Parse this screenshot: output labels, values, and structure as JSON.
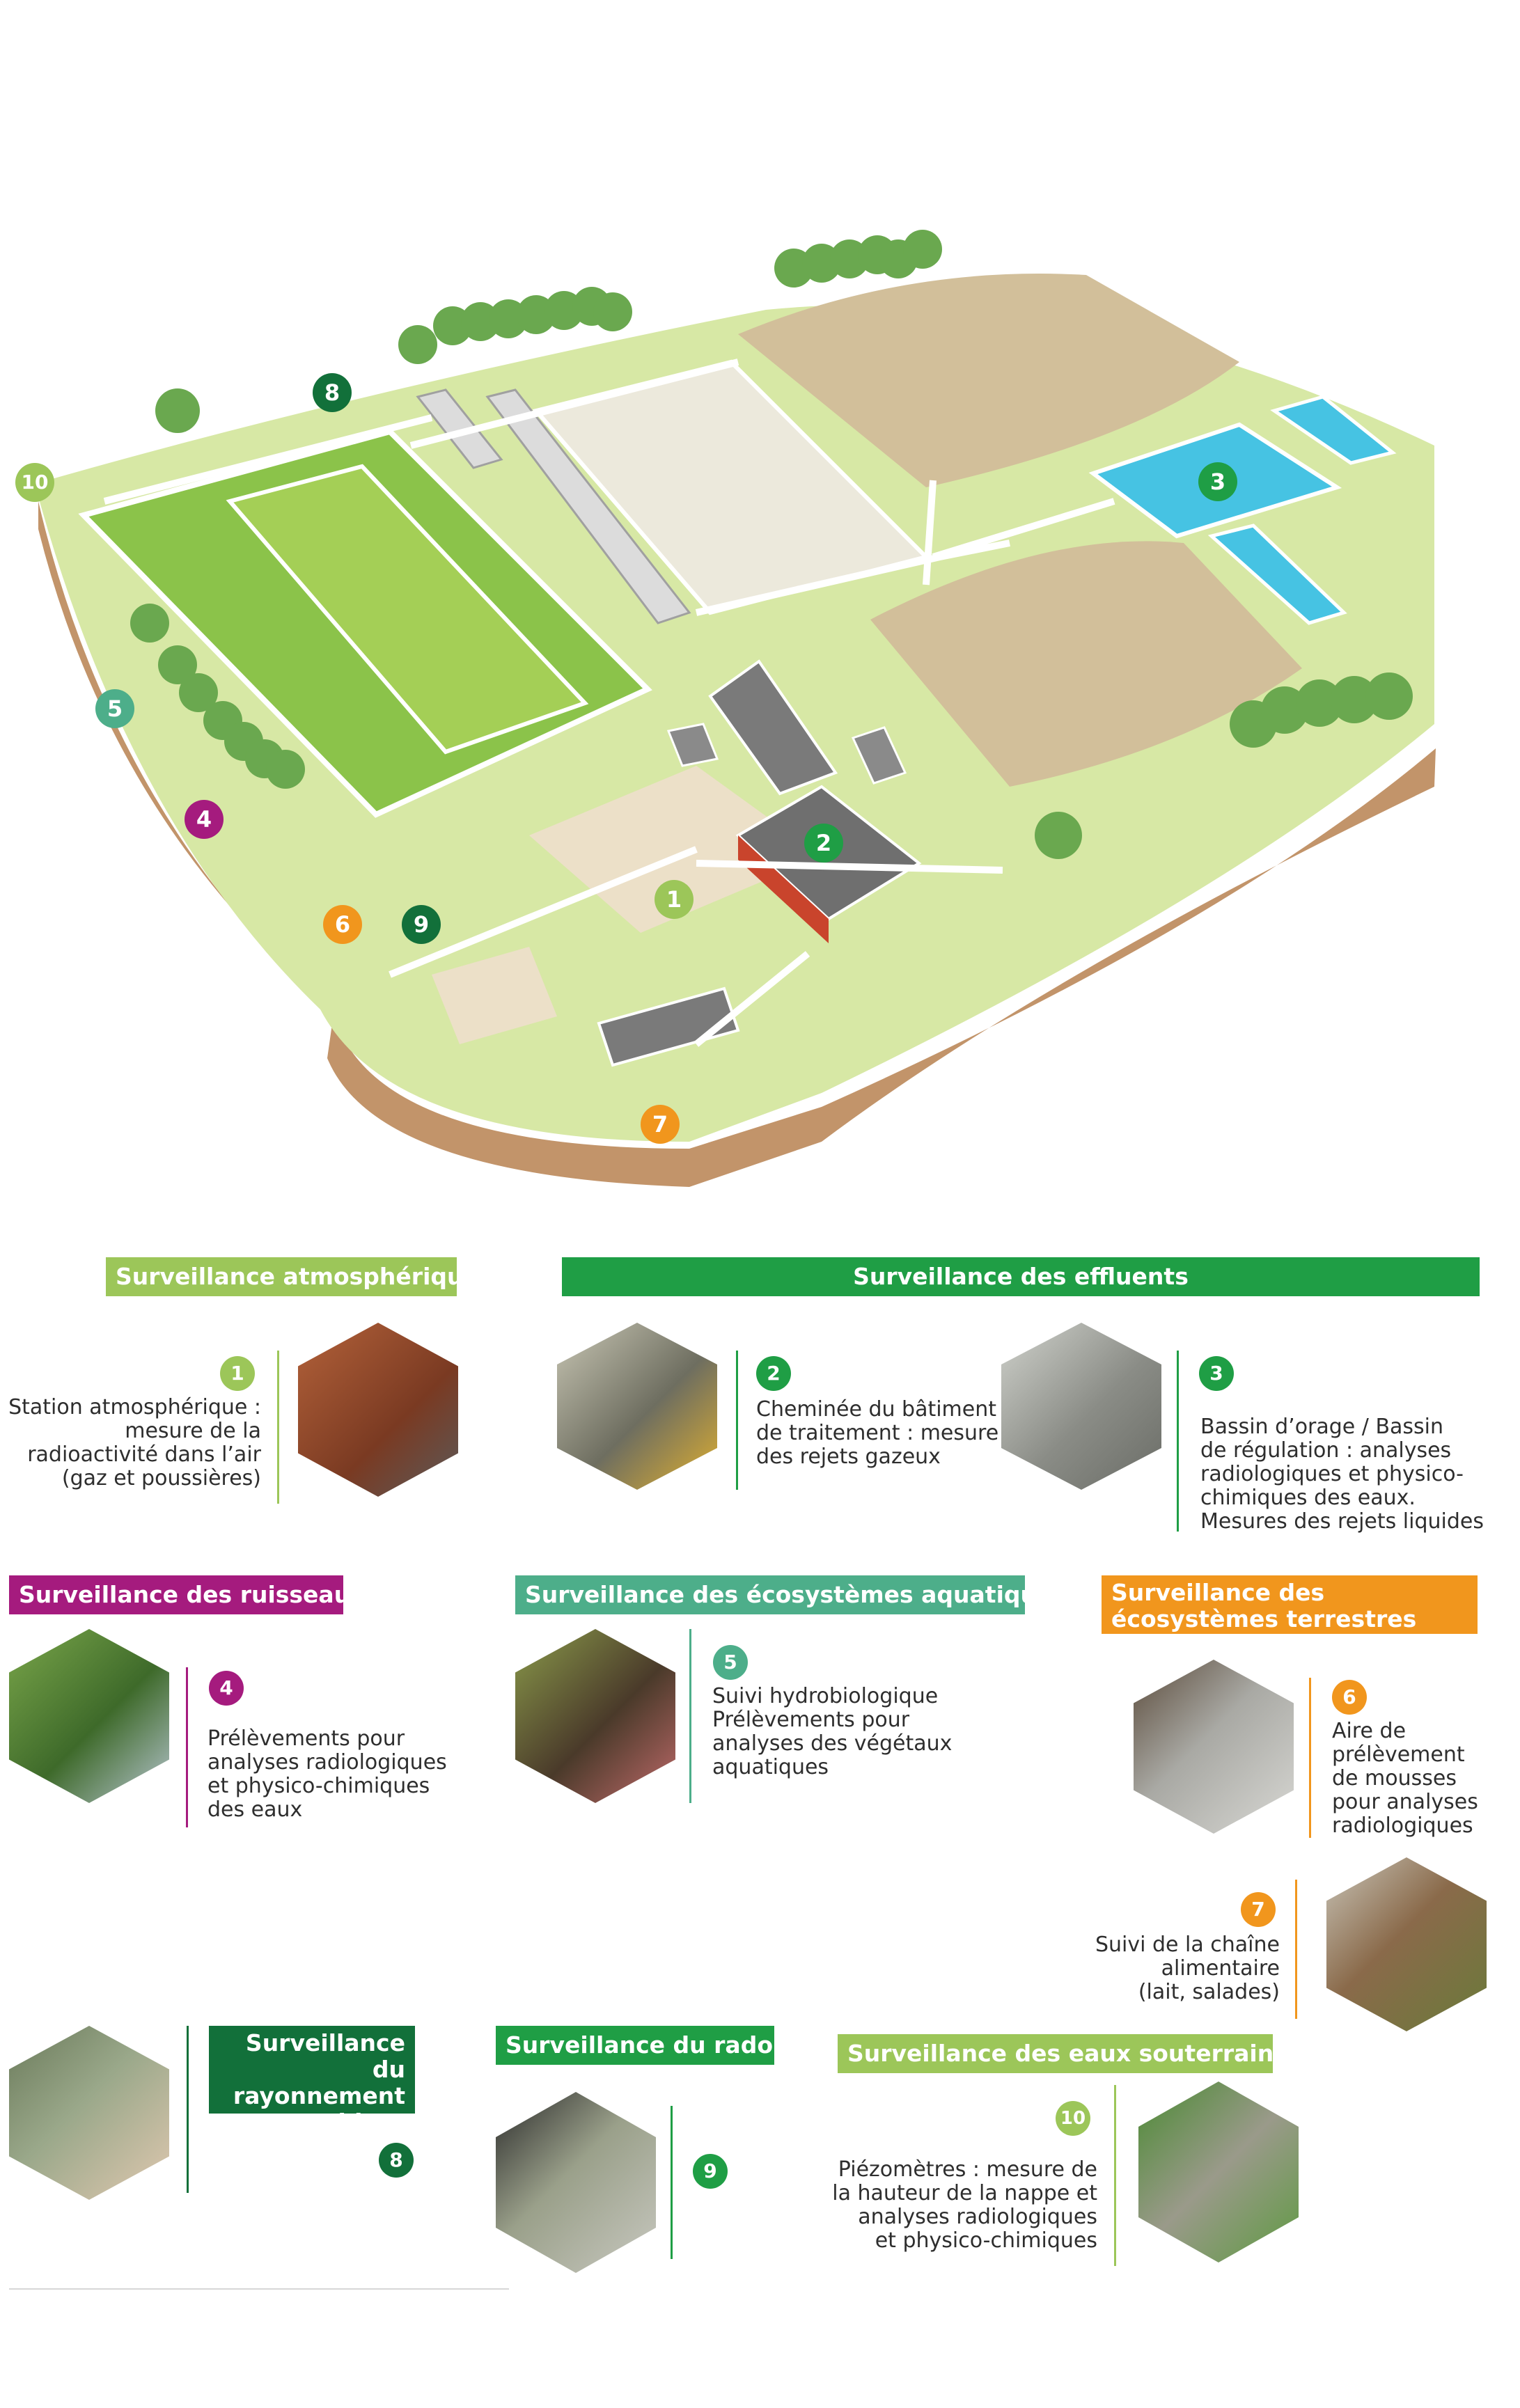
{
  "colors": {
    "lime": "#9cc659",
    "green": "#1f9e45",
    "dark_green": "#12703a",
    "magenta": "#a51b7e",
    "teal": "#4dae8a",
    "orange": "#f1961d",
    "pool": "#46c3e3",
    "ground": "#d7e8a5",
    "earth": "#d2bf9a"
  },
  "map": {
    "markers": [
      {
        "number": "1",
        "color": "#9cc659"
      },
      {
        "number": "2",
        "color": "#1f9e45"
      },
      {
        "number": "3",
        "color": "#1f9e45"
      },
      {
        "number": "4",
        "color": "#a51b7e"
      },
      {
        "number": "5",
        "color": "#4dae8a"
      },
      {
        "number": "6",
        "color": "#f1961d"
      },
      {
        "number": "7",
        "color": "#f1961d"
      },
      {
        "number": "8",
        "color": "#12703a"
      },
      {
        "number": "9",
        "color": "#12703a"
      },
      {
        "number": "10",
        "color": "#9cc659"
      }
    ]
  },
  "sections": {
    "atmo": {
      "title": "Surveillance atmosphérique",
      "items": [
        {
          "number": "1",
          "text": "Station atmosphérique :\nmesure de la\nradioactivité dans l’air\n(gaz et poussières)"
        }
      ]
    },
    "effluents": {
      "title": "Surveillance des effluents",
      "items": [
        {
          "number": "2",
          "text": "Cheminée du bâtiment\nde traitement : mesure\ndes rejets gazeux"
        },
        {
          "number": "3",
          "text": "Bassin d’orage / Bassin\nde régulation : analyses\nradiologiques et physico-\nchimiques des eaux.\nMesures des rejets liquides"
        }
      ]
    },
    "ruisseaux": {
      "title": "Surveillance des ruisseaux",
      "items": [
        {
          "number": "4",
          "text": "Prélèvements pour\nanalyses radiologiques\net physico-chimiques\ndes eaux"
        }
      ]
    },
    "aquatiques": {
      "title": "Surveillance des écosystèmes aquatiques",
      "items": [
        {
          "number": "5",
          "text": "Suivi hydrobiologique\nPrélèvements pour\nanalyses des végétaux\naquatiques"
        }
      ]
    },
    "terrestres": {
      "title": "Surveillance des écosystèmes terrestres",
      "items": [
        {
          "number": "6",
          "text": "Aire de\nprélèvement\nde mousses\npour analyses\nradiologiques"
        },
        {
          "number": "7",
          "text": "Suivi de la chaîne\nalimentaire\n(lait, salades)"
        }
      ]
    },
    "rayonnement": {
      "title": "Surveillance du rayonnement ambiant",
      "items": [
        {
          "number": "8",
          "text": ""
        }
      ]
    },
    "radon": {
      "title": "Surveillance du radon",
      "items": [
        {
          "number": "9",
          "text": ""
        }
      ]
    },
    "souterraines": {
      "title": "Surveillance des eaux souterraines",
      "items": [
        {
          "number": "10",
          "text": "Piézomètres : mesure de\nla hauteur de la nappe et\nanalyses radiologiques\net physico-chimiques"
        }
      ]
    }
  },
  "photos": [
    {
      "subject": "atmospheric-station",
      "color": "#9a4a2a"
    },
    {
      "subject": "chimney-monitor",
      "color": "#8c8a7a"
    },
    {
      "subject": "sampling-cabinet",
      "color": "#a7a9a2"
    },
    {
      "subject": "stream-sampling",
      "color": "#5e8a3b"
    },
    {
      "subject": "aquatic-sampling",
      "color": "#6a7a3a"
    },
    {
      "subject": "moss-sampling",
      "color": "#8a8a86"
    },
    {
      "subject": "food-chain-field",
      "color": "#8a6a4a"
    },
    {
      "subject": "dosimeter-hand",
      "color": "#7a8a6a"
    },
    {
      "subject": "radon-detector",
      "color": "#9aa08a"
    },
    {
      "subject": "piezometer",
      "color": "#5f9a42"
    }
  ]
}
